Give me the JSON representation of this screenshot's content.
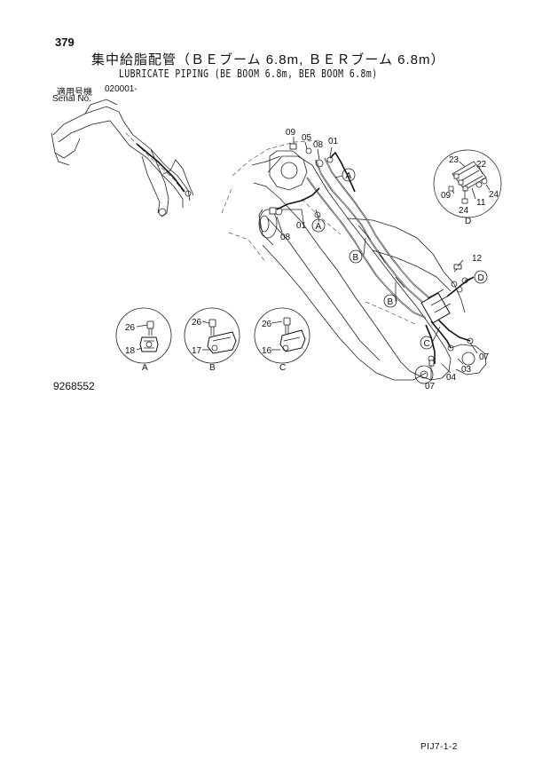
{
  "header": {
    "page_number": "379",
    "title_jp": "集中給脂配管（ＢＥブーム 6.8m, ＢＥＲブーム 6.8m）",
    "title_en": "LUBRICATE PIPING (BE BOOM 6.8m, BER BOOM 6.8m)",
    "serial_label_jp": "適用号機",
    "serial_code": "020001-",
    "serial_label_en": "Serial No."
  },
  "diagram": {
    "part_labels": {
      "p09a": "09",
      "p05": "05",
      "p08a": "08",
      "p01a": "01",
      "p01b": "01",
      "p08b": "08",
      "p12": "12",
      "p07a": "07",
      "p07b": "07",
      "p04": "04",
      "p03": "03",
      "d23": "23",
      "d22": "22",
      "d09": "09",
      "d24a": "24",
      "d11": "11",
      "d24b": "24",
      "a26": "26",
      "a18": "18",
      "b26": "26",
      "b17": "17",
      "c26": "26",
      "c16": "16"
    },
    "callouts": {
      "A1": "A",
      "A2": "A",
      "B1": "B",
      "B2": "B",
      "C1": "C",
      "D1": "D"
    },
    "detail_titles": {
      "A": "A",
      "B": "B",
      "C": "C",
      "D": "D"
    }
  },
  "footer": {
    "document_number": "9268552",
    "page_code": "PIJ7-1-2"
  }
}
